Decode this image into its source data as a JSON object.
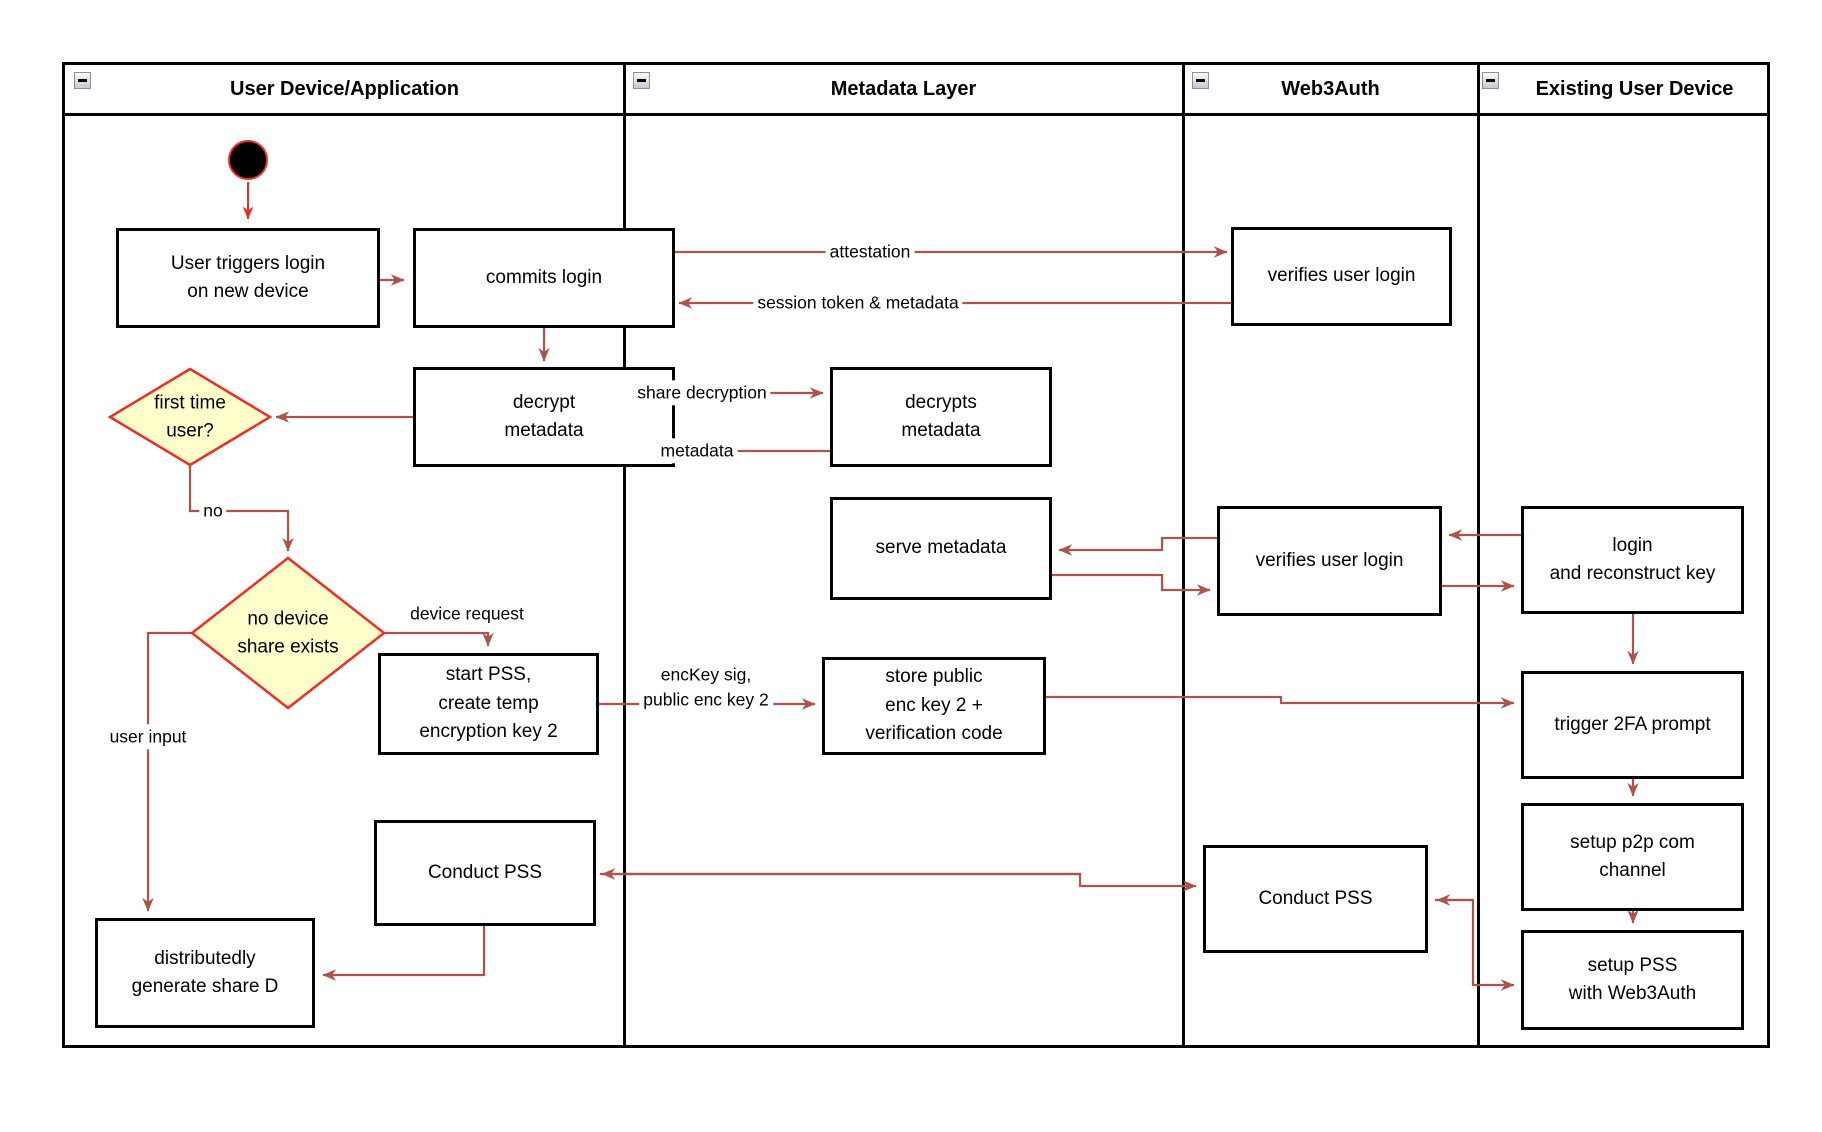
{
  "diagram": {
    "type": "swimlane-flowchart",
    "lanes": [
      {
        "title": "User Device/Application"
      },
      {
        "title": "Metadata Layer"
      },
      {
        "title": "Web3Auth"
      },
      {
        "title": "Existing User Device"
      }
    ],
    "nodes": {
      "user_triggers": {
        "label": "User triggers login\non new device"
      },
      "commits_login": {
        "label": "commits login"
      },
      "verifies_login_1": {
        "label": "verifies user login"
      },
      "decrypt_metadata": {
        "label": "decrypt\nmetadata"
      },
      "decrypts_metadata": {
        "label": "decrypts\nmetadata"
      },
      "first_time_user": {
        "label": "first time\nuser?"
      },
      "serve_metadata": {
        "label": "serve metadata"
      },
      "verifies_login_2": {
        "label": "verifies user login"
      },
      "login_reconstruct": {
        "label": "login\nand reconstruct key"
      },
      "no_device_share": {
        "label": "no device\nshare exists"
      },
      "start_pss": {
        "label": "start PSS,\ncreate temp\nencryption key 2"
      },
      "store_public": {
        "label": "store public\nenc key 2 +\nverification code"
      },
      "trigger_2fa": {
        "label": "trigger 2FA prompt"
      },
      "setup_p2p": {
        "label": "setup p2p com\nchannel"
      },
      "setup_pss_web3auth": {
        "label": "setup PSS\nwith Web3Auth"
      },
      "conduct_pss_left": {
        "label": "Conduct PSS"
      },
      "conduct_pss_right": {
        "label": "Conduct PSS"
      },
      "distributed_share": {
        "label": "distributedly\ngenerate share D"
      }
    },
    "edge_labels": {
      "attestation": "attestation",
      "session_token": "session token & metadata",
      "share_decryption": "share decryption",
      "metadata": "metadata",
      "no": "no",
      "device_request": "device request",
      "user_input": "user input",
      "enc_key": "encKey sig,\npublic enc key 2"
    },
    "colors": {
      "connector": "#AC544C",
      "accent_red": "#EE2E24",
      "decision_fill": "#FFFFCC",
      "shape_border": "#000000",
      "lane_border": "#000000"
    }
  }
}
